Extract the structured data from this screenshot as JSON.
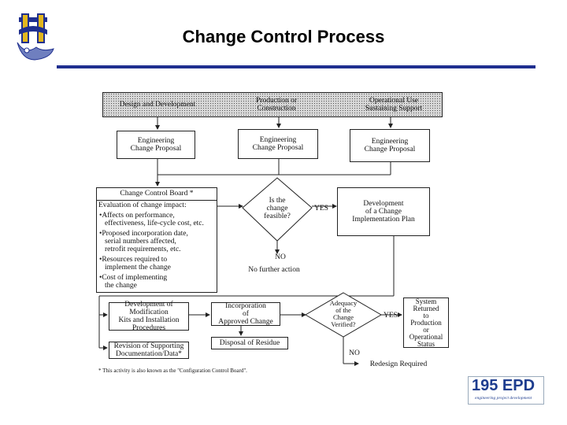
{
  "slide": {
    "title": "Change Control Process"
  },
  "diagram": {
    "phases": [
      "Design and Development",
      "Production or\nConstruction",
      "Operational Use\nSustaining Support"
    ],
    "ecp": [
      "Engineering\nChange Proposal",
      "Engineering\nChange Proposal",
      "Engineering\nChange Proposal"
    ],
    "ccb_title": "Change Control Board *",
    "ccb_eval": "Evaluation of change impact:",
    "ccb_items": [
      "Affects on performance,\neffectiveness, life-cycle cost, etc.",
      "Proposed incorporation date,\nserial numbers affected,\nretrofit requirements, etc.",
      "Resources required to\nimplement the change",
      "Cost of implementing\nthe change"
    ],
    "decision_feasible": "Is the\nchange\nfeasible?",
    "yes1": "YES",
    "no1": "NO",
    "no_further": "No further action",
    "dev_plan": "Development\nof a Change\nImplementation Plan",
    "dev_kits": "Development of\nModification\nKits and Installation\nProcedures",
    "incorporation": "Incorporation\nof\nApproved Change",
    "disposal": "Disposal of Residue",
    "revision": "Revision of Supporting\nDocumentation/Data*",
    "decision_adequacy": "Adequacy\nof the\nChange\nVerified?",
    "yes2": "YES",
    "no2": "NO",
    "system_returned": "System\nReturned\nto\nProduction\nor\nOperational\nStatus",
    "redesign": "Redesign Required",
    "footnote": "* This activity is also known as the \"Configuration Control Board\"."
  },
  "branding": {
    "epd_main": "195 EPD",
    "epd_sub": "engineering project development",
    "accent": "#1f2f8f"
  }
}
